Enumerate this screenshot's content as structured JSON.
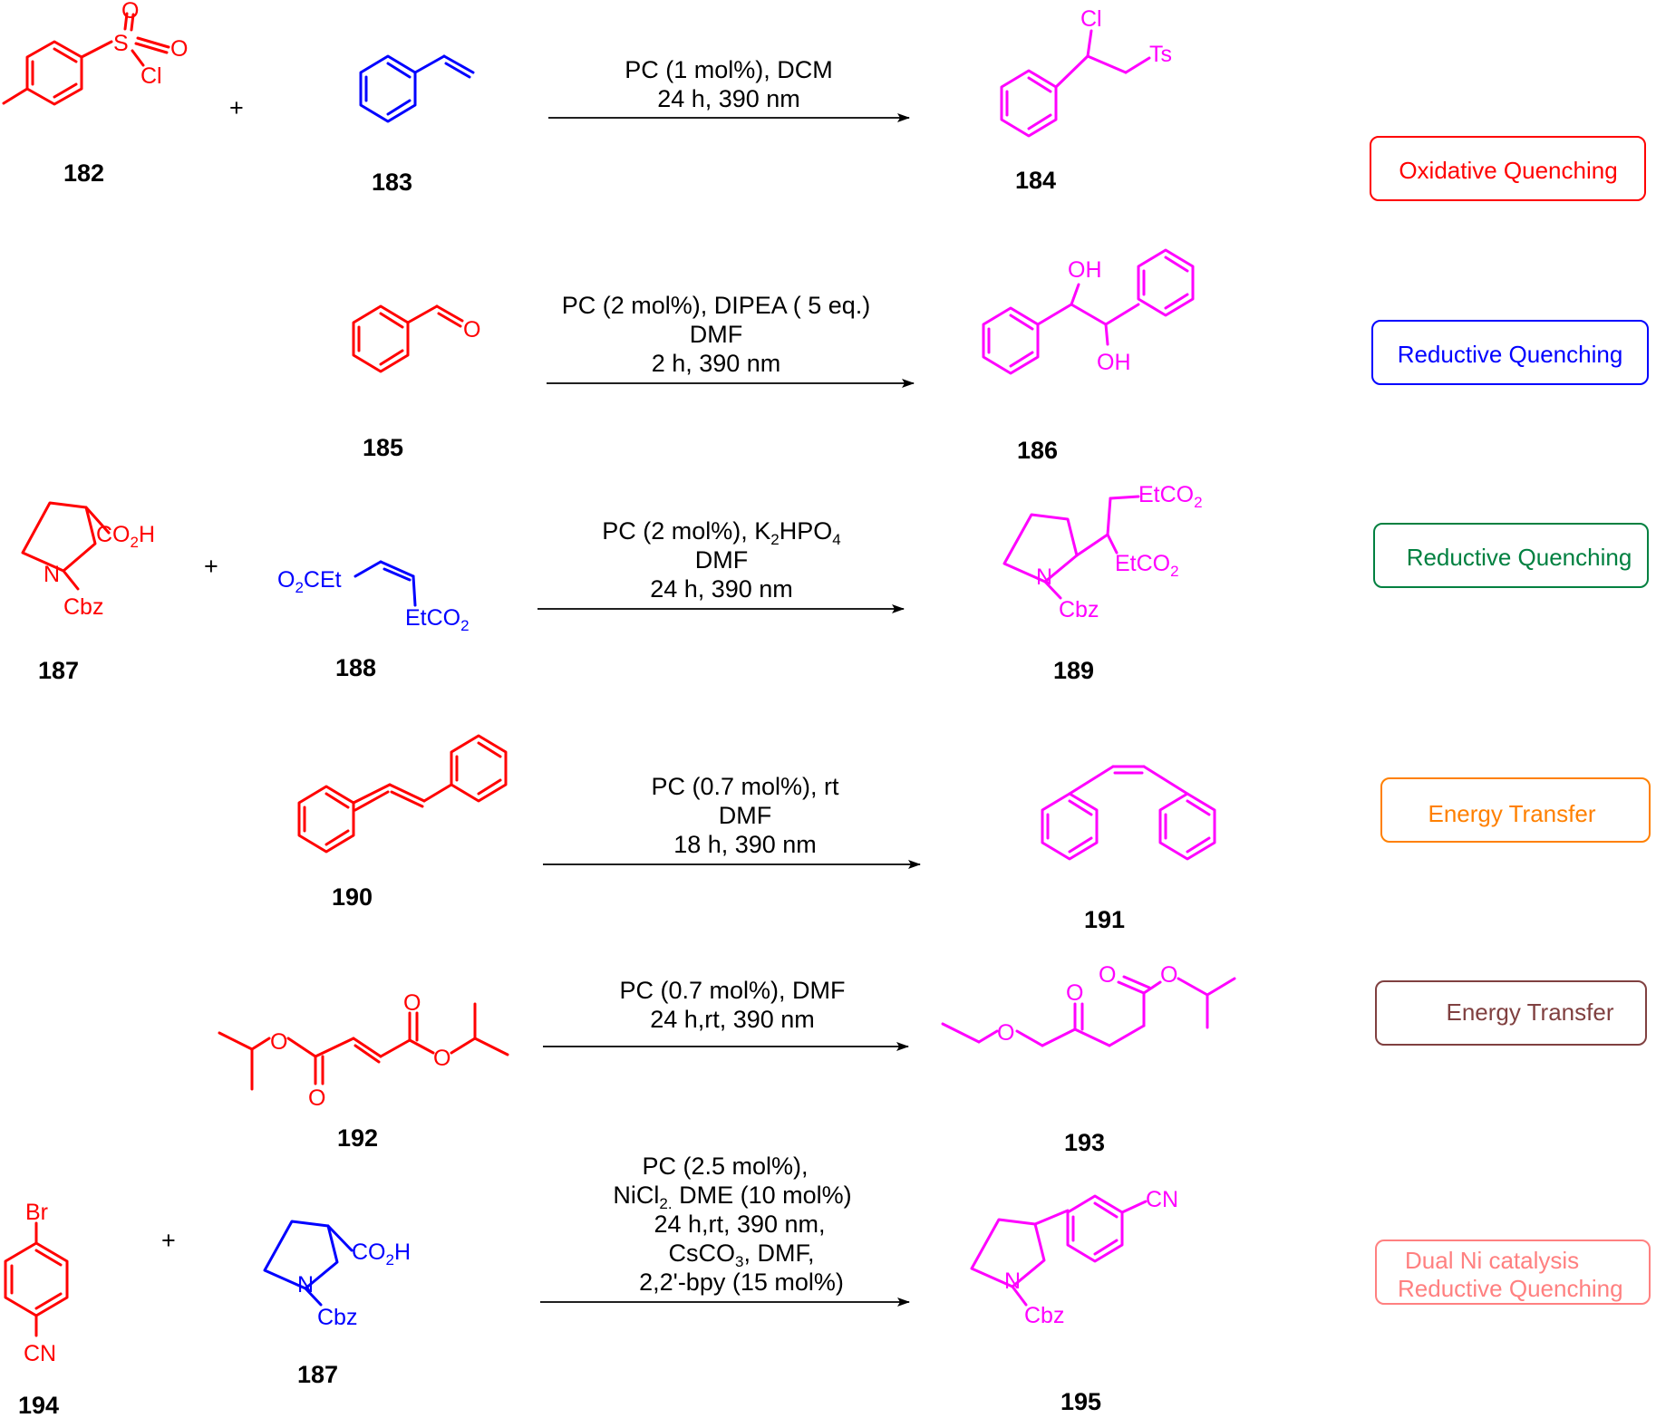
{
  "colors": {
    "reactant": "#ff0000",
    "reactant_blue": "#0000ff",
    "product": "#ff00ff",
    "arrow": "#000000"
  },
  "plus_sign": "+",
  "compounds": {
    "c182": "182",
    "c183": "183",
    "c184": "184",
    "c185": "185",
    "c186": "186",
    "c187": "187",
    "c188": "188",
    "c189": "189",
    "c190": "190",
    "c191": "191",
    "c192": "192",
    "c193": "193",
    "c194": "194",
    "c187b": "187",
    "c195": "195"
  },
  "atom_labels": {
    "S": "S",
    "O": "O",
    "Cl": "Cl",
    "Ts": "Ts",
    "OH": "OH",
    "CO2H_CO": "CO",
    "sub2": "2",
    "H": "H",
    "N": "N",
    "Cbz": "Cbz",
    "O2CEt_O": "O",
    "O2CEt_rest": "CEt",
    "EtCO": "EtCO",
    "Br": "Br",
    "CN": "CN"
  },
  "reactions": [
    {
      "id": "r1",
      "conditions": [
        "PC (1 mol%), DCM",
        "24 h, 390 nm"
      ],
      "mechanism": "Oxidative Quenching",
      "badge_color": "#ff0000"
    },
    {
      "id": "r2",
      "conditions": [
        "PC (2 mol%), DIPEA ( 5 eq.)",
        "DMF",
        "2 h, 390 nm"
      ],
      "mechanism": "Reductive Quenching",
      "badge_color": "#0000ff"
    },
    {
      "id": "r3",
      "conditions": [
        "PC (2 mol%), K",
        "2",
        "HPO",
        "4",
        "DMF",
        "24 h, 390 nm"
      ],
      "mechanism": "Reductive Quenching",
      "badge_color": "#008040"
    },
    {
      "id": "r4",
      "conditions": [
        "PC (0.7 mol%), rt",
        "DMF",
        "18 h, 390 nm"
      ],
      "mechanism": "Energy Transfer",
      "badge_color": "#ff8000"
    },
    {
      "id": "r5",
      "conditions": [
        "PC (0.7 mol%),  DMF",
        "24 h,rt, 390 nm"
      ],
      "mechanism": "Energy Transfer",
      "badge_color": "#804040"
    },
    {
      "id": "r6",
      "conditions": [
        "PC (2.5 mol%),",
        "NiCl",
        "2.",
        " DME (10 mol%)",
        "24 h,rt, 390 nm,",
        "CsCO",
        "3",
        ", DMF,",
        "2,2'-bpy (15 mol%)"
      ],
      "mechanism": "Dual Ni catalysis",
      "mechanism2": "Reductive Quenching",
      "badge_color": "#ff8080"
    }
  ]
}
